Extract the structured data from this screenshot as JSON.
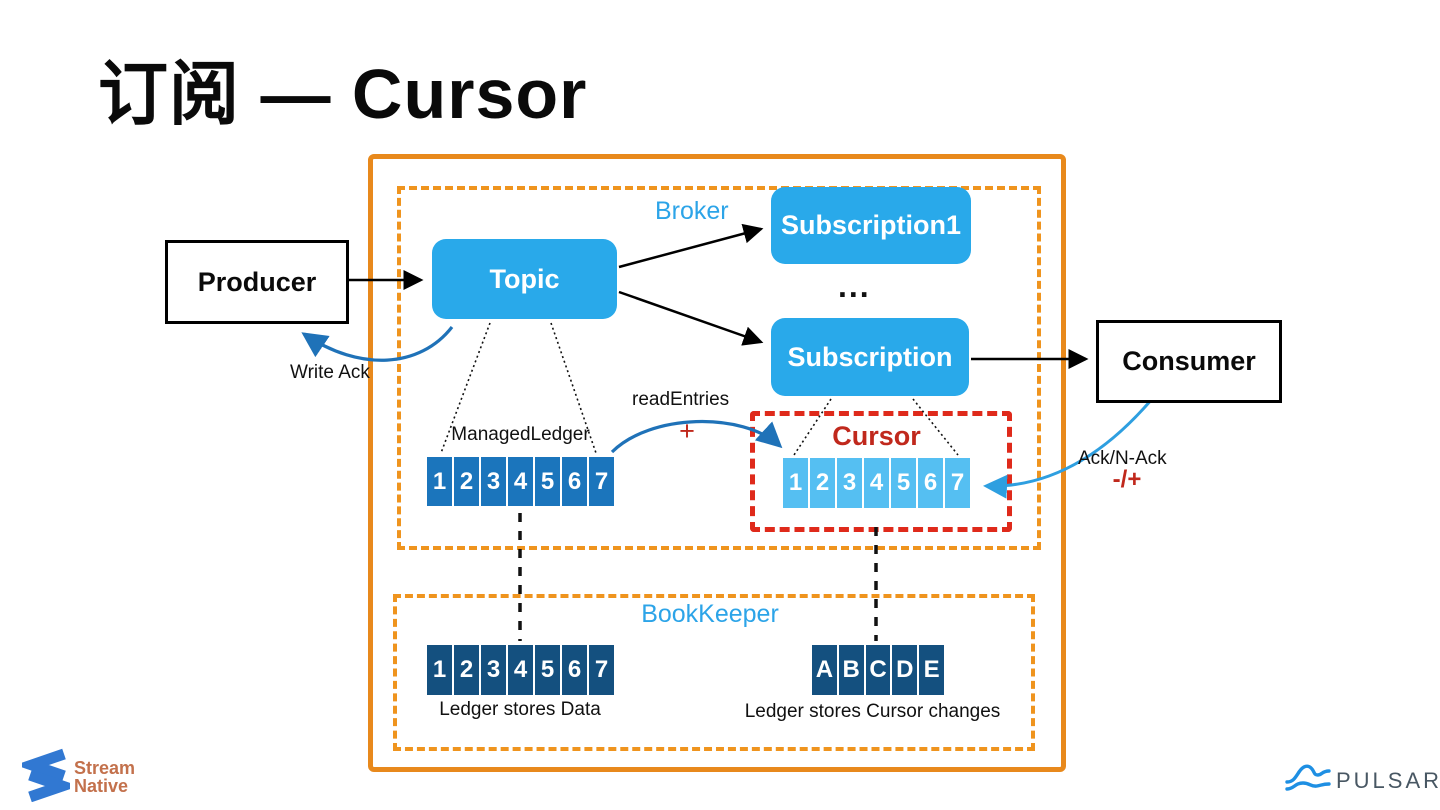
{
  "slide": {
    "title": "订阅 — Cursor"
  },
  "diagram": {
    "broker_label": "Broker",
    "bookkeeper_label": "BookKeeper",
    "producer": "Producer",
    "topic": "Topic",
    "subscription1": "Subscription1",
    "ellipsis": "...",
    "subscription": "Subscription",
    "consumer": "Consumer",
    "write_ack": "Write Ack",
    "managed_ledger": "ManagedLedger",
    "read_entries": "readEntries",
    "plus": "+",
    "cursor_label": "Cursor",
    "ack_nack": "Ack/N-Ack",
    "minus_plus": "-/+",
    "ledger_data_cells": [
      "1",
      "2",
      "3",
      "4",
      "5",
      "6",
      "7"
    ],
    "cursor_cells": [
      "1",
      "2",
      "3",
      "4",
      "5",
      "6",
      "7"
    ],
    "bookkeeper_data_cells": [
      "1",
      "2",
      "3",
      "4",
      "5",
      "6",
      "7"
    ],
    "bookkeeper_cursor_cells": [
      "A",
      "B",
      "C",
      "D",
      "E"
    ],
    "ledger_stores_data": "Ledger stores Data",
    "ledger_stores_cursor": "Ledger stores Cursor changes"
  },
  "footer": {
    "streamnative_line1": "Stream",
    "streamnative_line2": "Native",
    "pulsar": "PULSAR"
  },
  "colors": {
    "accent_orange": "#e8891c",
    "node_blue": "#29a9ea",
    "mid_blue_cell": "#1b75bc",
    "navy_cell": "#14507f",
    "light_blue_cell": "#55bff2",
    "label_blue": "#2ca4e8",
    "alert_red": "#df2a1b",
    "red_text": "#c0281c"
  }
}
